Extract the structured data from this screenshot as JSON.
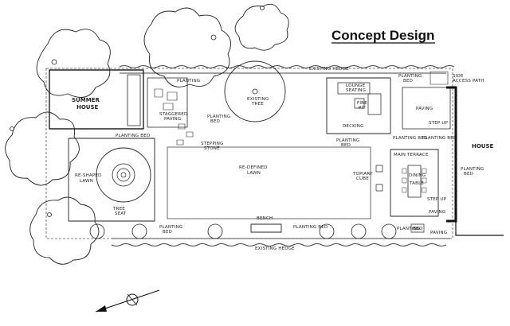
{
  "title": "Concept Design",
  "labels": {
    "hedge_top": "EXISTING HEDGE",
    "hedge_bottom": "EXISTING HEDGE",
    "summer_house_1": "SUMMER",
    "summer_house_2": "HOUSE",
    "planting_top_left": "PLANTING",
    "staggered_paving_1": "STAGGERED",
    "staggered_paving_2": "PAVING",
    "existing_tree_1": "EXISTING",
    "existing_tree_2": "TREE",
    "planting_bed_mid_1": "PLANTING",
    "planting_bed_mid_2": "BED",
    "stepping_stone_1": "STEPPING",
    "stepping_stone_2": "STONE",
    "planting_bed_upper": "PLANTING BED",
    "reshaped_lawn_1": "RE-SHAPED",
    "reshaped_lawn_2": "LAWN",
    "tree_seat_1": "TREE",
    "tree_seat_2": "SEAT",
    "redefined_lawn_1": "RE-DEFINED",
    "redefined_lawn_2": "LAWN",
    "bench": "BENCH",
    "planting_bed_bottom_left_1": "PLANTING",
    "planting_bed_bottom_left_2": "BED",
    "planting_bed_bottom_right": "PLANTING BED",
    "lounge_seating_1": "LOUNGE",
    "lounge_seating_2": "SEATING",
    "fire_pit_1": "FIRE",
    "fire_pit_2": "PIT",
    "decking": "DECKING",
    "planting_bed_deck_1": "PLANTING",
    "planting_bed_deck_2": "BED",
    "planting_bed_top_right_1": "PLANTING",
    "planting_bed_top_right_2": "BED",
    "side_access_path_1": "SIDE",
    "side_access_path_2": "ACCESS PATH",
    "paving": "PAVING",
    "step_up": "STEP UP",
    "planting_bed_right": "PLANTING BED",
    "planting_bed_right_2": "PLANTING BED",
    "topiary_cube_1": "TOPIARY",
    "topiary_cube_2": "CUBE",
    "main_terrace": "MAIN TERRACE",
    "dining": "DINING",
    "table": "TABLE",
    "step_up_2": "STEP UP",
    "planting_bed_house_1": "PLANTING",
    "planting_bed_house_2": "BED",
    "house": "HOUSE",
    "paving_2": "PAVING",
    "bbq": "BBQ",
    "planting_bottom": "PLANTING",
    "paving_3": "PAVING"
  }
}
